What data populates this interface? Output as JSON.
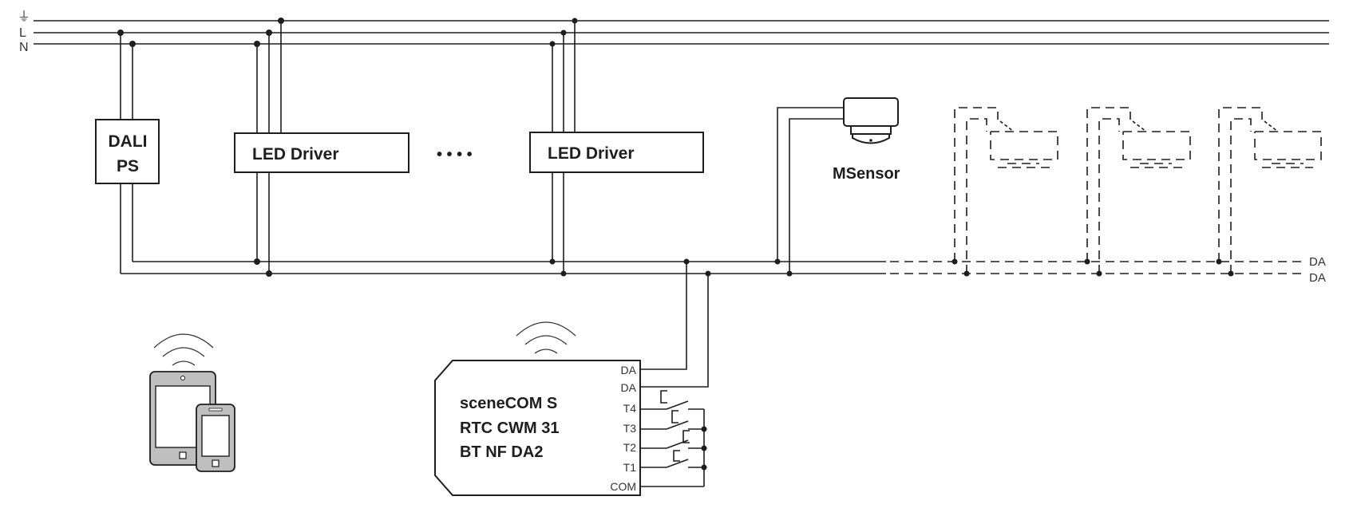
{
  "rails": {
    "earth_symbol": "⏚",
    "live": "L",
    "neutral": "N"
  },
  "bus_labels": {
    "da1": "DA",
    "da2": "DA"
  },
  "dali_ps": {
    "line1": "DALI",
    "line2": "PS"
  },
  "led_driver_1": {
    "label": "LED Driver"
  },
  "led_driver_2": {
    "label": "LED Driver"
  },
  "ellipsis": "• • • •",
  "msensor": {
    "label": "MSensor"
  },
  "scenecom": {
    "line1": "sceneCOM S",
    "line2": "RTC CWM 31",
    "line3": "BT NF DA2",
    "terminals": [
      "DA",
      "DA",
      "T4",
      "T3",
      "T2",
      "T1",
      "COM"
    ]
  },
  "luminaires": [
    "dashed-luminaire",
    "dashed-luminaire",
    "dashed-luminaire"
  ],
  "devices": [
    "tablet",
    "smartphone"
  ]
}
